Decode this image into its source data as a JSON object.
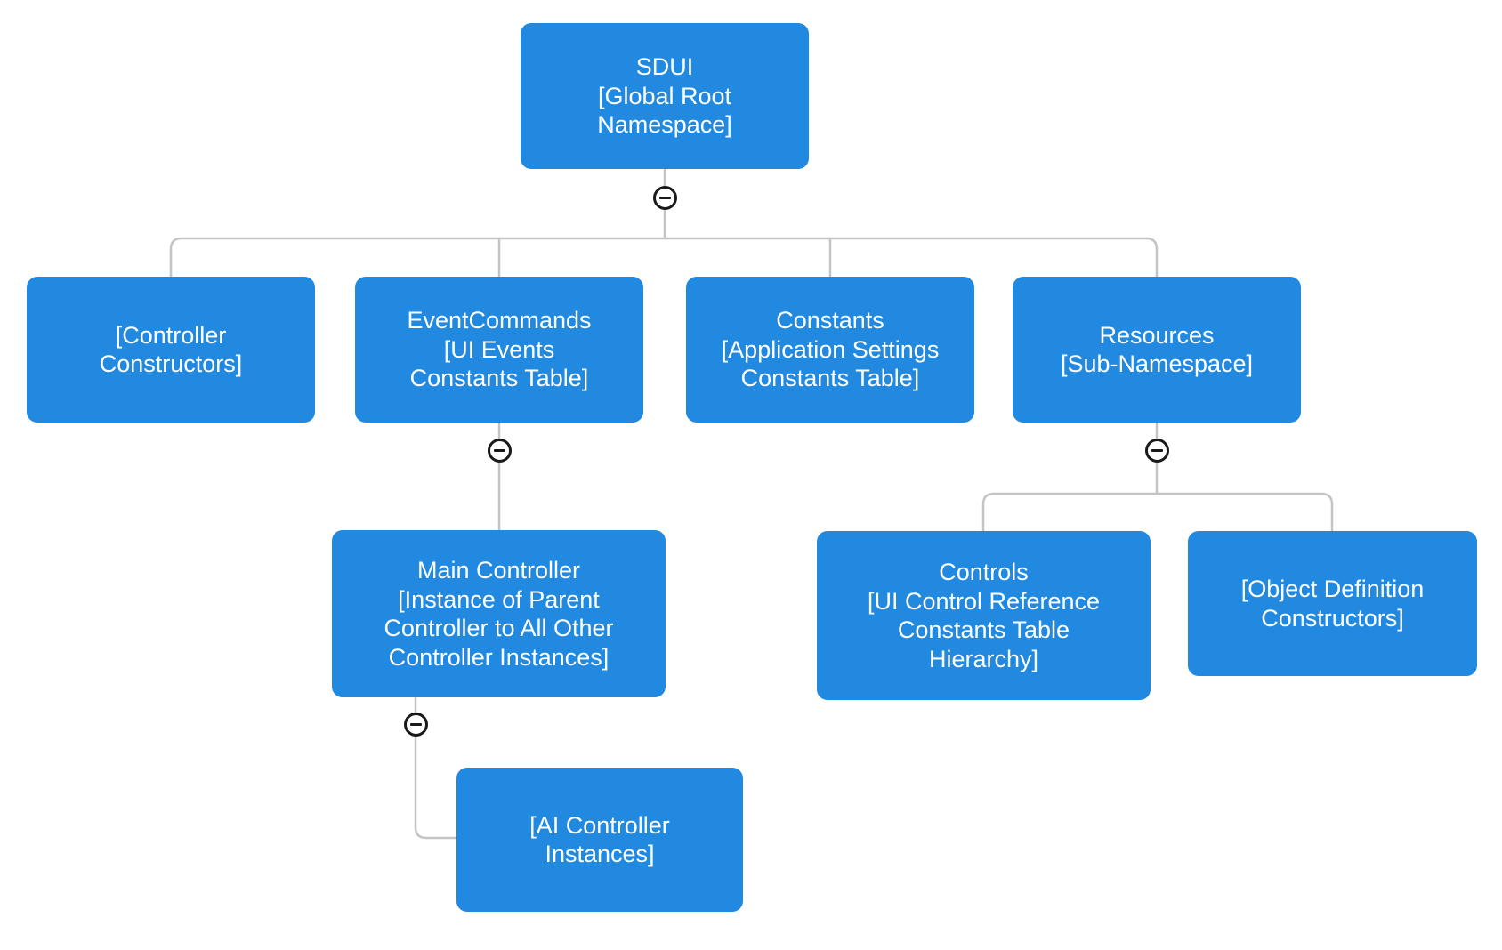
{
  "diagram": {
    "colors": {
      "node_fill": "#2189e0",
      "node_text": "#ffffff",
      "connector": "#c4c4c4",
      "toggle_stroke": "#1a1a1a",
      "background": "#ffffff"
    },
    "toggle_symbol": "minus",
    "nodes": {
      "sdui": {
        "label": "SDUI\n[Global Root\nNamespace]",
        "collapsed": false
      },
      "controller_constructors": {
        "label": "[Controller\nConstructors]"
      },
      "event_commands": {
        "label": "EventCommands\n[UI Events\nConstants Table]",
        "collapsed": false
      },
      "constants": {
        "label": "Constants\n[Application Settings\nConstants Table]"
      },
      "resources": {
        "label": "Resources\n[Sub-Namespace]",
        "collapsed": false
      },
      "main_controller": {
        "label": "Main Controller\n[Instance of Parent\nController to All Other\nController Instances]",
        "collapsed": false
      },
      "ai_controller_instances": {
        "label": "[AI Controller\nInstances]"
      },
      "controls": {
        "label": "Controls\n[UI Control Reference\nConstants Table\nHierarchy]"
      },
      "object_definition_constructors": {
        "label": "[Object Definition\nConstructors]"
      }
    },
    "edges": [
      {
        "from": "sdui",
        "to": "controller_constructors"
      },
      {
        "from": "sdui",
        "to": "event_commands"
      },
      {
        "from": "sdui",
        "to": "constants"
      },
      {
        "from": "sdui",
        "to": "resources"
      },
      {
        "from": "event_commands",
        "to": "main_controller"
      },
      {
        "from": "main_controller",
        "to": "ai_controller_instances"
      },
      {
        "from": "resources",
        "to": "controls"
      },
      {
        "from": "resources",
        "to": "object_definition_constructors"
      }
    ]
  }
}
